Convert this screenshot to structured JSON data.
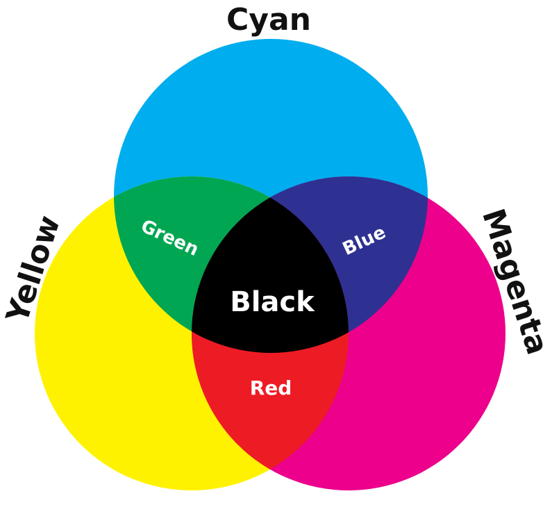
{
  "labels": {
    "cyan": "Cyan",
    "yellow": "Yellow",
    "magenta": "Magenta",
    "green": "Green",
    "blue": "Blue",
    "black": "Black",
    "red": "Red"
  },
  "colors": {
    "cyan": "#00ADEE",
    "yellow": "#FFF200",
    "magenta": "#EC008C",
    "green": "#00A651",
    "blue": "#2E3192",
    "red": "#ED1C24",
    "black": "#000000",
    "label_text": "#111111",
    "inner_text": "#ffffff"
  }
}
